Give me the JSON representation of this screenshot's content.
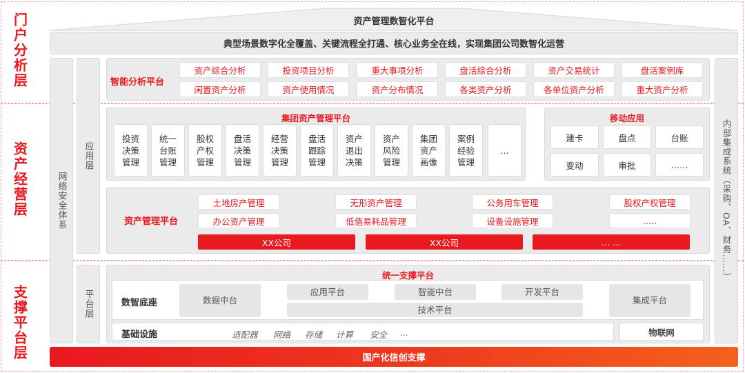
{
  "layers": {
    "portal": "门户分析层",
    "operation": "资产经营层",
    "support": "支撑平台层"
  },
  "roof": {
    "title": "资产管理数智化平台",
    "subtitle": "典型场景数字化全覆盖、关键流程全打通、核心业务全在线，实现集团公司数智化运营"
  },
  "side": {
    "security": "网络安全体系",
    "app_layer": "应用层",
    "platform_layer": "平台层",
    "internal": "内部集成系统（采购、OA、财务……）"
  },
  "analysis": {
    "title": "智能分析平台",
    "items": [
      "资产综合分析",
      "投资项目分析",
      "重大事项分析",
      "盘活综合分析",
      "资产交易统计",
      "盘活案例库",
      "闲置资产分析",
      "资产使用情况",
      "资产分布情况",
      "各类资产分析",
      "各单位资产分析",
      "重大资产分析"
    ]
  },
  "group_platform": {
    "title": "集团资产管理平台",
    "modules": [
      "投资决策管理",
      "统一台账管理",
      "股权产权管理",
      "盘活决策管理",
      "经营决策管理",
      "盘活跟踪管理",
      "资产退出决策",
      "资产风险管理",
      "集团资产画像",
      "案例经验管理",
      "..."
    ]
  },
  "mobile": {
    "title": "移动应用",
    "items": [
      "建卡",
      "盘点",
      "台账",
      "变动",
      "审批",
      "……"
    ]
  },
  "asset_platform": {
    "title": "资产管理平台",
    "items": [
      "土地房产管理",
      "无形资产管理",
      "公务用车管理",
      "股权产权管理",
      "办公资产管理",
      "低值易耗品管理",
      "设备设施管理",
      "....."
    ],
    "companies": [
      "XX公司",
      "XX公司",
      "… …"
    ]
  },
  "support_platform": {
    "title": "统一支撑平台",
    "digital_base": "数智底座",
    "data_center": "数据中台",
    "app_platform": "应用平台",
    "smart_center": "智能中台",
    "dev_platform": "开发平台",
    "tech_platform": "技术平台",
    "integration": "集成平台",
    "infra": "基础设施",
    "infra_items": [
      "适配器",
      "网络",
      "存储",
      "计算",
      "安全",
      "..."
    ],
    "iot": "物联网"
  },
  "footer": "国产化信创支撑",
  "colors": {
    "accent": "#e8191f",
    "panel": "#ebebeb"
  }
}
